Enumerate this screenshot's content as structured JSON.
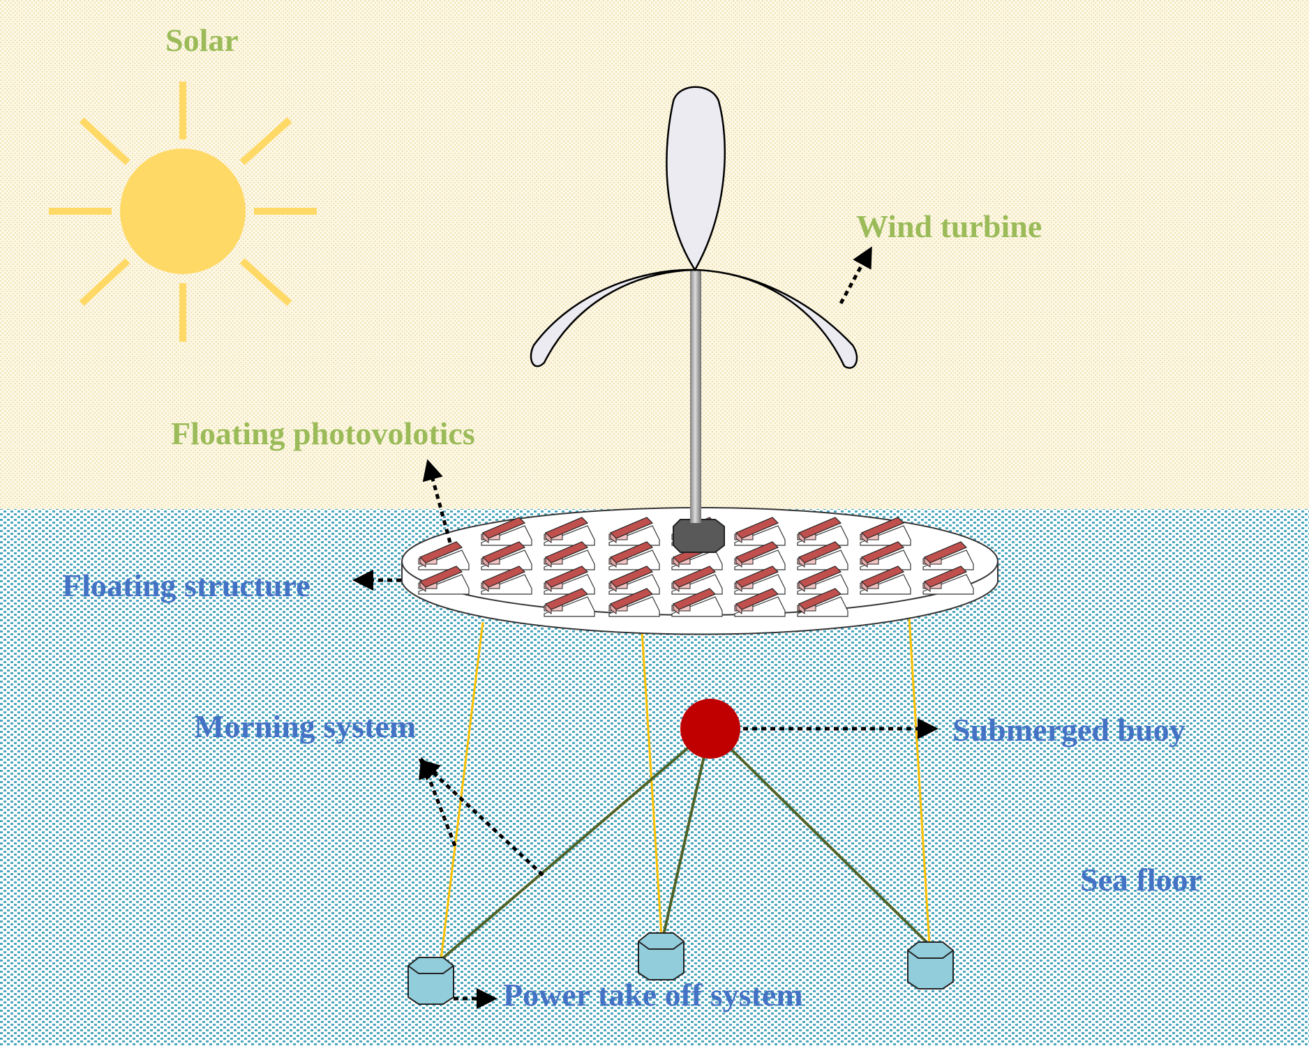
{
  "labels": {
    "solar": "Solar",
    "wind_turbine": "Wind turbine",
    "floating_pv": "Floating photovolotics",
    "floating_structure": "Floating structure",
    "mooring_system": "Morning system",
    "submerged_buoy": "Submerged buoy",
    "sea_floor": "Sea floor",
    "pto_system": "Power take off system"
  },
  "colors": {
    "sky": "#fdf8e6",
    "sky_dots": "#efe3b8",
    "sea": "#ffffff",
    "sea_dots": "#5aafc4",
    "sun": "#ffd966",
    "sky_label": "#9bbb59",
    "sea_label": "#4472c4",
    "buoy": "#c00000",
    "mooring_yellow": "#ffc000",
    "mooring_green": "#4f6228",
    "anchor": "#92cddc",
    "panel": "#c0504d",
    "blade": "#ecebf2"
  }
}
